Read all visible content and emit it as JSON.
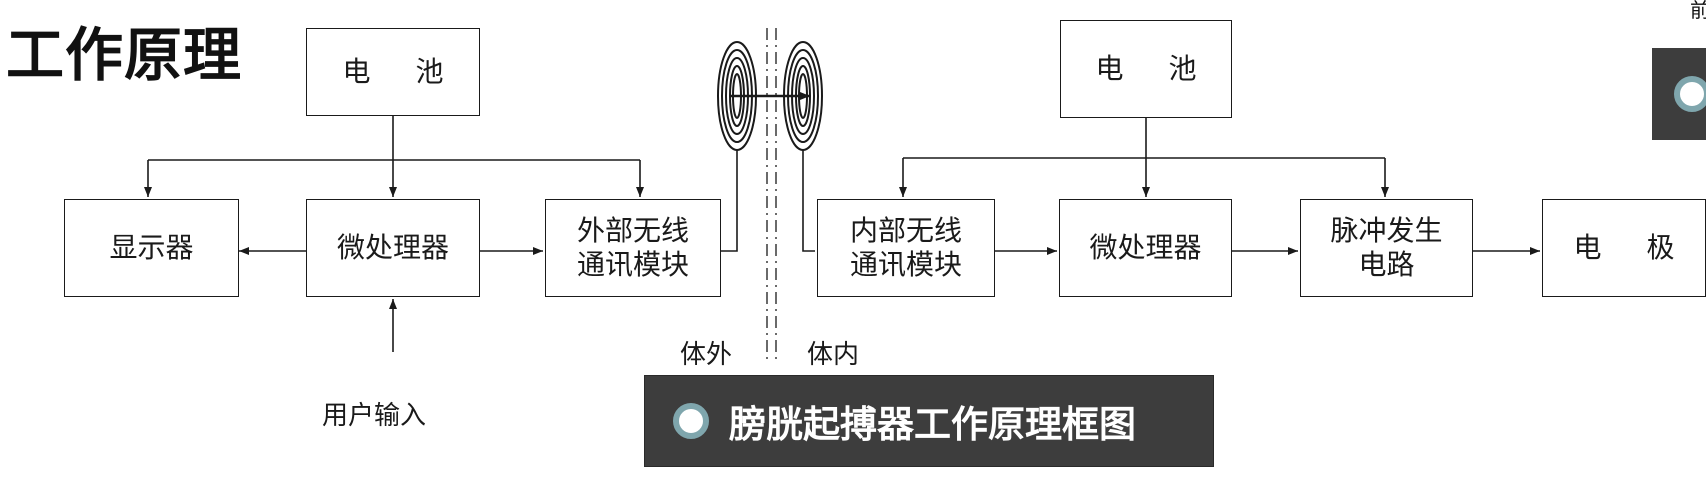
{
  "title": "工作原理",
  "external": {
    "battery": "电 池",
    "display": "显示器",
    "microprocessor": "微处理器",
    "wireless": "外部无线\n通讯模块",
    "user_input": "用户输入"
  },
  "internal": {
    "battery": "电 池",
    "wireless": "内部无线\n通讯模块",
    "microprocessor": "微处理器",
    "pulse": "脉冲发生\n电路",
    "electrode": "电 极"
  },
  "labels": {
    "outside_body": "体外",
    "inside_body": "体内"
  },
  "caption": {
    "icon": "ring-bullet-icon",
    "text": "膀胱起搏器工作原理框图"
  },
  "side_panel": {
    "icon": "ring-bullet-icon"
  },
  "corner_glyph": "前"
}
